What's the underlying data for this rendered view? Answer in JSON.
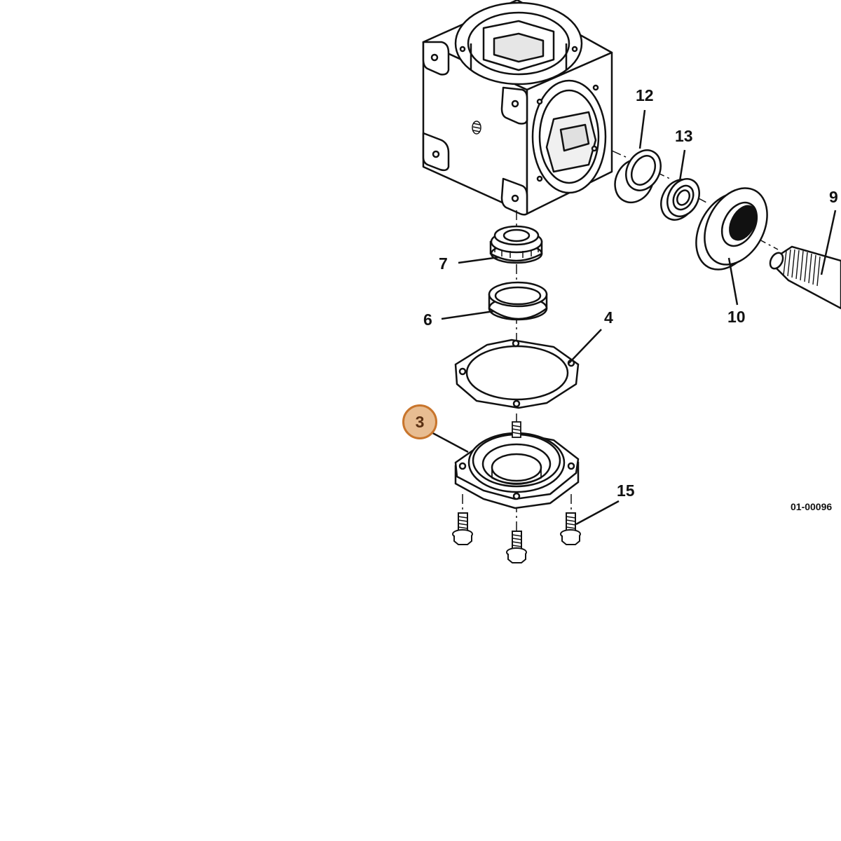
{
  "diagram": {
    "drawing_code": "01-00096",
    "callouts": [
      {
        "id": "12",
        "label": "12",
        "part": "bearing-cup"
      },
      {
        "id": "13",
        "label": "13",
        "part": "ball-bearing"
      },
      {
        "id": "9",
        "label": "9",
        "part": "input-shaft"
      },
      {
        "id": "7",
        "label": "7",
        "part": "tapered-bearing-cone"
      },
      {
        "id": "6",
        "label": "6",
        "part": "bearing-cup"
      },
      {
        "id": "4",
        "label": "4",
        "part": "gasket"
      },
      {
        "id": "10",
        "label": "10",
        "part": "oil-seal"
      },
      {
        "id": "3",
        "label": "3",
        "part": "bearing-cap",
        "highlighted": true
      },
      {
        "id": "15",
        "label": "15",
        "part": "flange-bolt"
      }
    ],
    "highlight": {
      "fill": "#e8bd92",
      "stroke": "#c8752c",
      "text": "#5a3012"
    },
    "colors": {
      "line": "#111111",
      "shade": "#d9d9d9",
      "dark": "#222222"
    }
  }
}
